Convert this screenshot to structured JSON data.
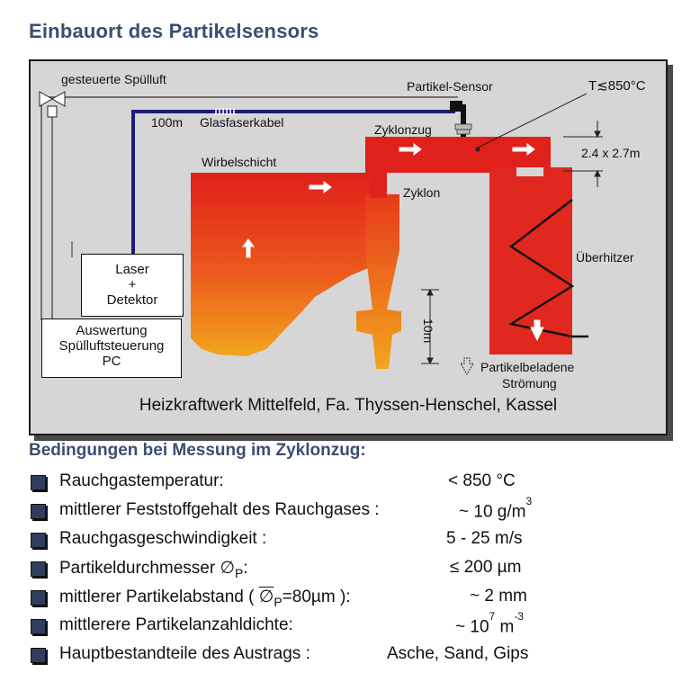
{
  "title": "Einbauort des Partikelsensors",
  "diagram": {
    "label_spuelluft": "gesteuerte Spülluft",
    "label_sensor": "Partikel-Sensor",
    "label_temp": "T≲850°C",
    "label_kabel_len": "100m",
    "label_kabel": "Glasfaserkabel",
    "label_zyklonzug": "Zyklonzug",
    "label_dim": "2.4 x 2.7m",
    "label_wirbelschicht": "Wirbelschicht",
    "label_zyklon": "Zyklon",
    "label_ueberhitzer": "Überhitzer",
    "label_height": "10m",
    "box_laser_line1": "Laser",
    "box_laser_line2": "+",
    "box_laser_line3": "Detektor",
    "box_pc_line1": "Auswertung",
    "box_pc_line2": "Spülluftsteuerung",
    "box_pc_line3": "PC",
    "label_stroemung_1": "Partikelbeladene",
    "label_stroemung_2": "Strömung",
    "caption": "Heizkraftwerk Mittelfeld, Fa. Thyssen-Henschel, Kassel"
  },
  "conditions": {
    "title": "Bedingungen bei Messung im Zyklonzug:",
    "items": [
      {
        "label": "Rauchgastemperatur:",
        "value": "< 850 °C"
      },
      {
        "label": "mittlerer Feststoffgehalt des Rauchgases :",
        "value": "~ 10 g/m",
        "value_sup": "3"
      },
      {
        "label": "Rauchgasgeschwindigkeit :",
        "value": "5 - 25 m/s"
      },
      {
        "label": "Partikeldurchmesser ∅",
        "label_sub": "P",
        "label_tail": ":",
        "value": "≤ 200 µm"
      },
      {
        "label": "mittlerer Partikelabstand ( ",
        "label_over": "∅",
        "label_sub": "P",
        "label_tail": "=80µm ):",
        "value": "~ 2 mm"
      },
      {
        "label": "mittlerere Partikelanzahldichte:",
        "value": "~ 10",
        "value_sup": "7",
        "value_tail": " m",
        "value_sup2": "-3"
      },
      {
        "label": "Hauptbestandteile des Austrags :",
        "value": "Asche, Sand, Gips"
      }
    ]
  },
  "colors": {
    "title": "#3a4e72",
    "cable": "#1c1c7a",
    "hot_top": "#e0201a",
    "hot_bottom": "#f0a020",
    "heater": "#e0281e"
  }
}
